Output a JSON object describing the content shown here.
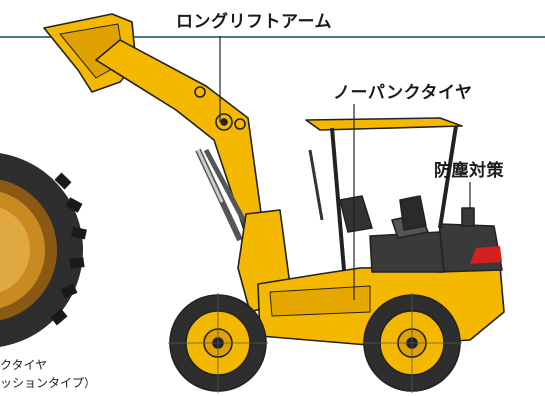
{
  "labels": {
    "long_lift_arm": "ロングリフトアーム",
    "no_puncture_tire": "ノーパンクタイヤ",
    "dust_protection": "防塵対策"
  },
  "caption": {
    "line1": "クタイヤ",
    "line2": "ッションタイプ）"
  },
  "colors": {
    "body_yellow": "#f5b800",
    "outline": "#222222",
    "header_line": "#4a7a8c",
    "tire_dark": "#2e2e2e",
    "cab_dark": "#3a3a3a",
    "accent_red": "#d42020"
  }
}
